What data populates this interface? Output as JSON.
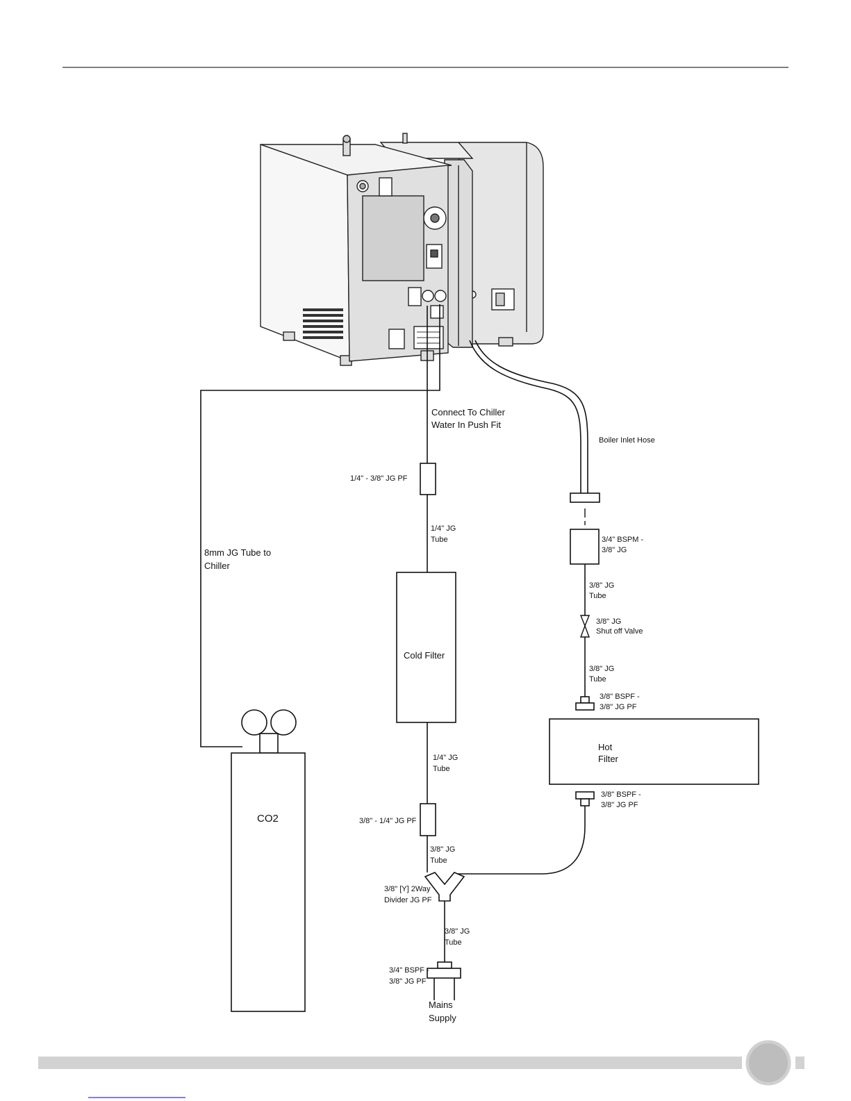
{
  "labels": {
    "connect_line1": "Connect To Chiller",
    "connect_line2": "Water In Push Fit",
    "boiler_inlet_hose": "Boiler Inlet Hose",
    "pf_14_38": "1/4\" - 3/8\" JG PF",
    "tube14_a_l1": "1/4\" JG",
    "tube14_a_l2": "Tube",
    "co2_tube_l1": "8mm JG Tube to",
    "co2_tube_l2": "Chiller",
    "cold_filter": "Cold Filter",
    "tube14_b_l1": "1/4\" JG",
    "tube14_b_l2": "Tube",
    "pf_38_14": "3/8\" - 1/4\" JG PF",
    "tube38_a_l1": "3/8\" JG",
    "tube38_a_l2": "Tube",
    "y_div_l1": "3/8\" [Y] 2Way",
    "y_div_l2": "Divider JG PF",
    "tube38_b_l1": "3/8\" JG",
    "tube38_b_l2": "Tube",
    "bspf_main_l1": "3/4\" BSPF -",
    "bspf_main_l2": "3/8\" JG PF",
    "mains_l1": "Mains",
    "mains_l2": "Supply",
    "co2": "CO2",
    "bspm_l1": "3/4\" BSPM -",
    "bspm_l2": "3/8\" JG",
    "tube38_c_l1": "3/8\" JG",
    "tube38_c_l2": "Tube",
    "valve_l1": "3/8\" JG",
    "valve_l2": "Shut off Valve",
    "tube38_d_l1": "3/8\" JG",
    "tube38_d_l2": "Tube",
    "bspf_top_l1": "3/8\" BSPF -",
    "bspf_top_l2": "3/8\" JG PF",
    "hot_l1": "Hot",
    "hot_l2": "Filter",
    "bspf_bot_l1": "3/8\" BSPF -",
    "bspf_bot_l2": "3/8\" JG PF"
  },
  "colors": {
    "line": "#111111",
    "machine_side": "#e3e3e3",
    "machine_panel": "#d6d6d6",
    "footer_bar": "#d2d2d2",
    "footer_circle": "#bdbdbd",
    "footer_link": "#3333cc"
  }
}
